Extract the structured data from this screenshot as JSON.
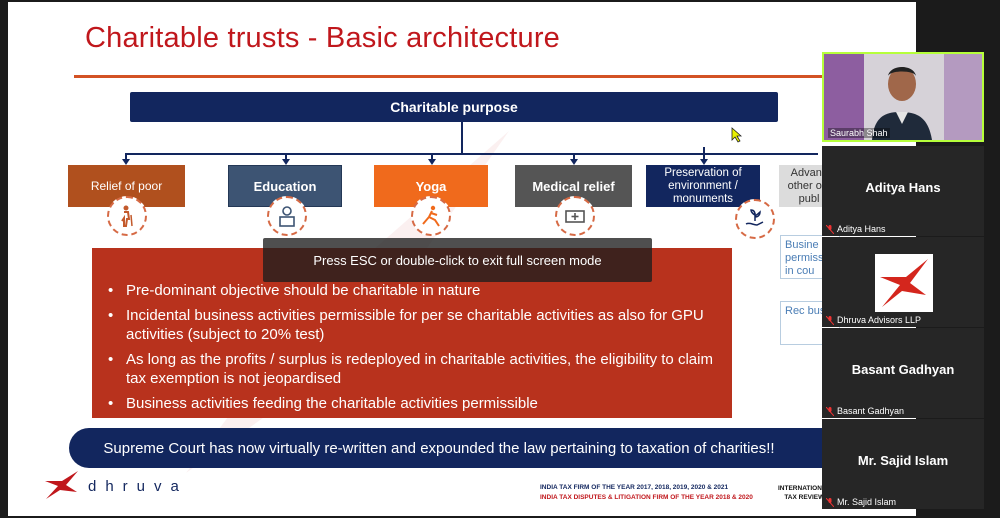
{
  "slide": {
    "title": "Charitable trusts - Basic architecture",
    "purpose": "Charitable purpose",
    "categories": [
      {
        "label": "Relief of poor",
        "icon": "elderly-person-icon"
      },
      {
        "label": "Education",
        "icon": "student-icon"
      },
      {
        "label": "Yoga",
        "icon": "yoga-icon"
      },
      {
        "label": "Medical relief",
        "icon": "medical-kit-icon"
      },
      {
        "label": "Preservation of environment / monuments",
        "icon": "plant-hand-icon"
      },
      {
        "label": "Advanc other obj publ",
        "icon": ""
      }
    ],
    "side_boxes": [
      "Busine permiss in cou",
      "Rec busin"
    ],
    "bullets": [
      "Pre-dominant objective should be charitable in nature",
      "Incidental business activities permissible for per se charitable activities as also for GPU activities (subject to 20% test)",
      "As long as the profits / surplus is redeployed in charitable activities, the eligibility to claim tax exemption is not jeopardised",
      "Business activities feeding the charitable activities permissible"
    ],
    "banner": "Supreme Court has now virtually re-written and expounded the law pertaining to taxation of charities!!",
    "logo": "dhruva",
    "award_line1": "INDIA TAX FIRM OF THE YEAR 2017, 2018, 2019, 2020 & 2021",
    "award_line2": "INDIA TAX DISPUTES & LITIGATION FIRM OF THE YEAR 2018 & 2020",
    "itr_line1": "INTERNATIONAL",
    "itr_line2": "TAX REVIEW"
  },
  "toast": "Press ESC or double-click to exit full screen mode",
  "participants": [
    {
      "name": "Saurabh Shah",
      "type": "video"
    },
    {
      "name": "Aditya Hans",
      "type": "name",
      "label": "Aditya Hans"
    },
    {
      "name": "Dhruva Advisors LLP",
      "type": "avatar",
      "label": "Dhruva Advisors LLP"
    },
    {
      "name": "Basant Gadhyan",
      "type": "name",
      "label": "Basant Gadhyan"
    },
    {
      "name": "Mr. Sajid Islam",
      "type": "name",
      "label": "Mr. Sajid Islam"
    }
  ],
  "colors": {
    "navy": "#12265e",
    "red_panel": "#b8321d",
    "title_red": "#c0171c",
    "active_speaker": "#b6ff3b"
  }
}
